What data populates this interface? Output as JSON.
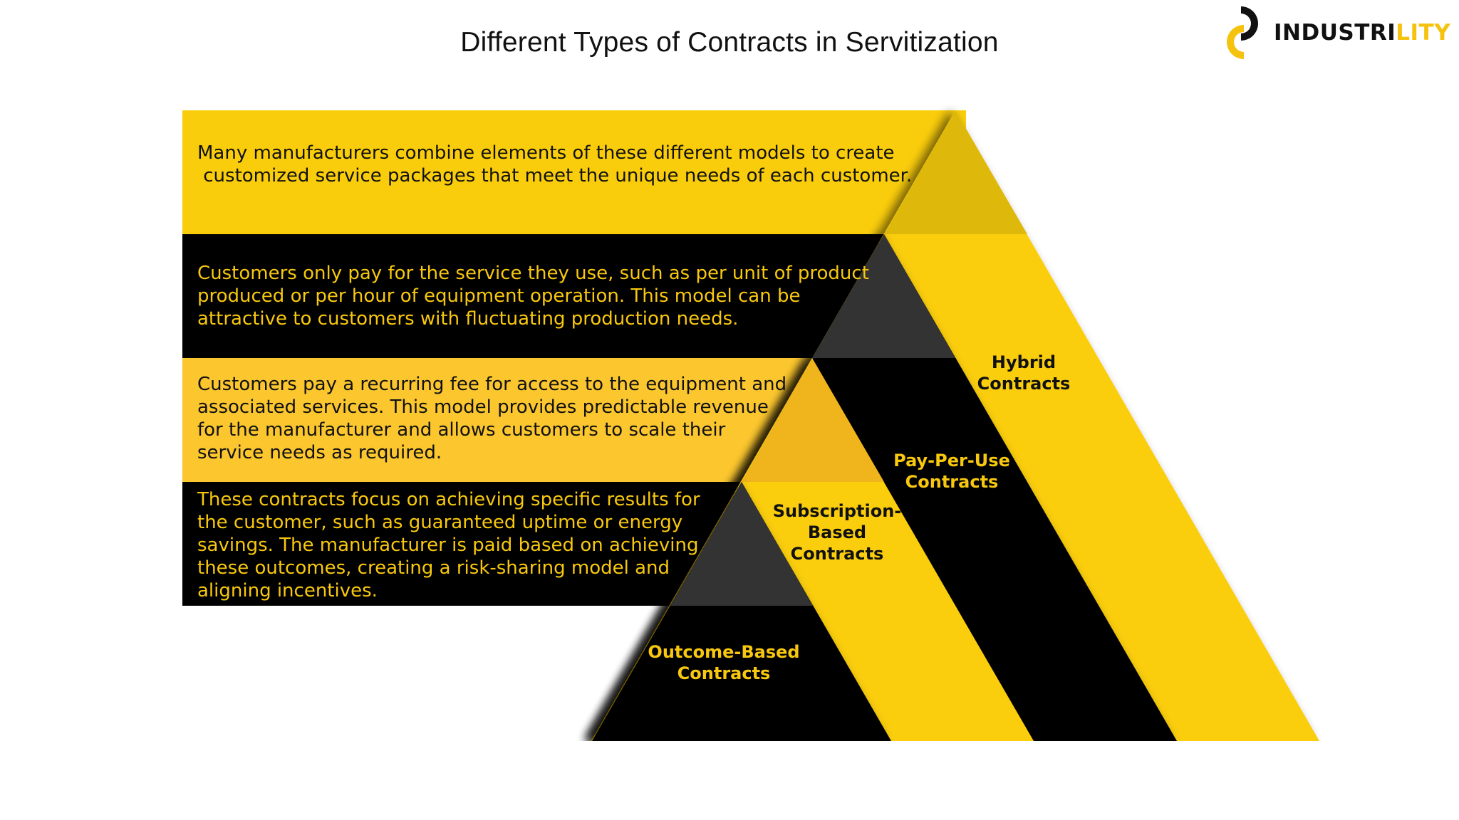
{
  "title": "Different Types of Contracts in Servitization",
  "logo": {
    "icon": "industrility-logo-icon",
    "text_dark": "INDUSTRI",
    "text_accent": "LITY"
  },
  "colors": {
    "yellow": "#FACD0C",
    "yellow_dark": "#DEB80B",
    "yellow_light": "#FBC62E",
    "yellow_orange": "#F0B41C",
    "black": "#000000",
    "gray": "#333333"
  },
  "contracts": [
    {
      "label": "Hybrid\nContracts",
      "description": "Many manufacturers combine elements of these different models to create\n customized service packages that meet the unique needs of each customer."
    },
    {
      "label": "Pay-Per-Use\nContracts",
      "description": "Customers only pay for the service they use, such as per unit of product\nproduced or per hour of equipment operation. This model can be\nattractive to customers with fluctuating production needs."
    },
    {
      "label": "Subscription-\nBased\nContracts",
      "description": "Customers pay a recurring fee for access to the equipment and\nassociated services. This model provides predictable revenue\nfor the manufacturer and allows customers to scale their\nservice needs as required."
    },
    {
      "label": "Outcome-Based\nContracts",
      "description": "These contracts focus on achieving specific results for\nthe customer, such as guaranteed uptime or energy\nsavings. The manufacturer is paid based on achieving\nthese outcomes, creating a risk-sharing model and\naligning incentives."
    }
  ]
}
